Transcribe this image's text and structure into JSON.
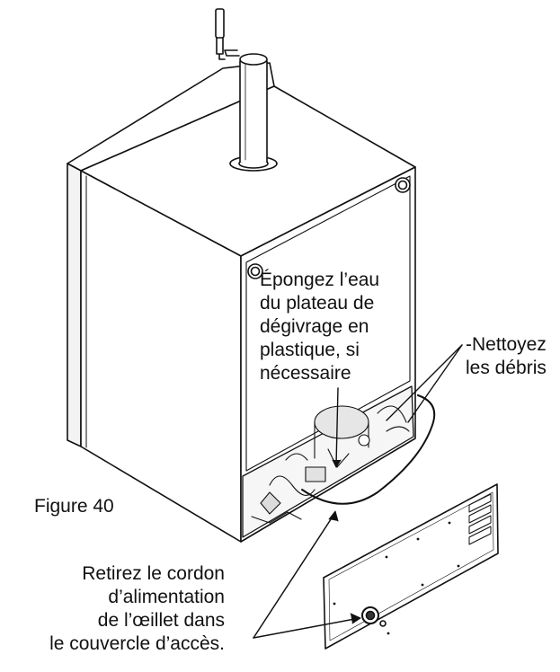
{
  "figure": {
    "caption": "Figure 40"
  },
  "callouts": {
    "sponge_water": [
      "Épongez l’eau",
      "du plateau de",
      "dégivrage en",
      "plastique, si",
      "nécessaire"
    ],
    "clean_debris": [
      "-Nettoyez",
      "les débris"
    ],
    "remove_cord": [
      "Retirez le cordon",
      "d’alimentation",
      "de l’œillet dans",
      "le couvercle d’accès."
    ]
  },
  "colors": {
    "line": "#111111",
    "face_light": "#ffffff",
    "face_shade": "#f3f3f3",
    "inner_dark": "#d8d8d8"
  },
  "icons": [
    "beer-tap-icon",
    "tower-icon",
    "grommet-icon"
  ]
}
